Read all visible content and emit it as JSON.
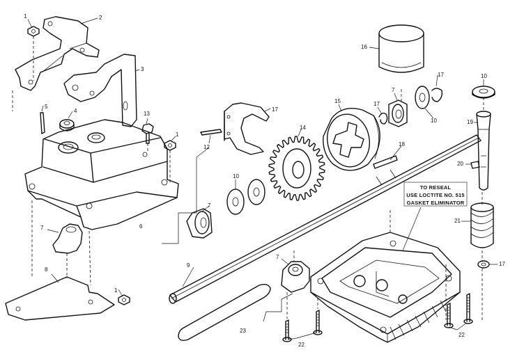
{
  "labels": [
    "1",
    "2",
    "3",
    "4",
    "5",
    "6",
    "7",
    "8",
    "9",
    "10",
    "12",
    "13",
    "14",
    "15",
    "16",
    "17",
    "18",
    "19",
    "20",
    "21",
    "22",
    "23"
  ],
  "note": {
    "line1": "TO RESEAL",
    "line2": "USE LOCTITE  NO. 515",
    "line3": "GASKET ELIMINATOR"
  }
}
